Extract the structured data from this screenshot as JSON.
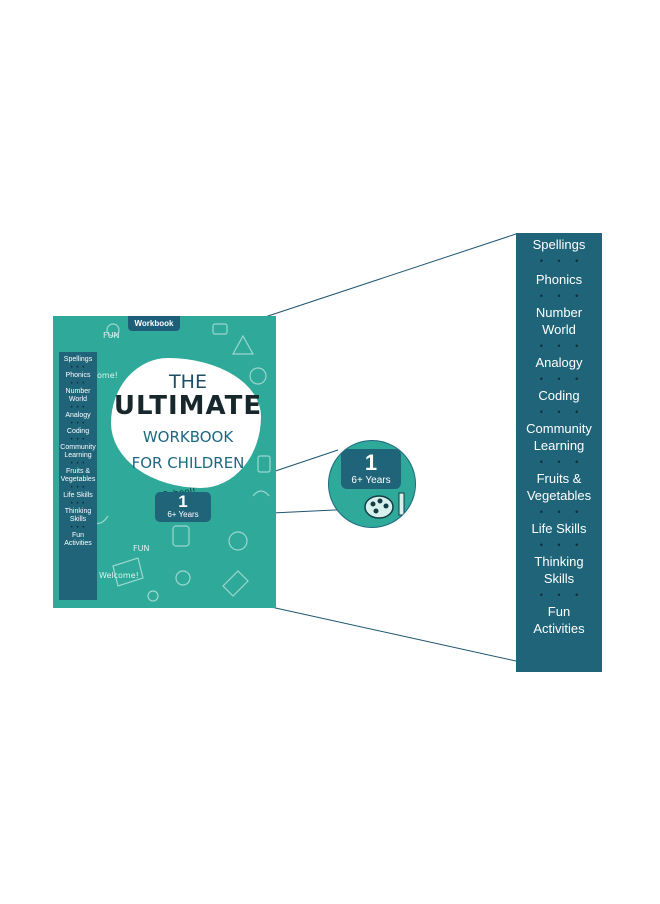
{
  "cover": {
    "brand": "Workbook",
    "title_line1": "THE",
    "title_line2": "ULTIMATE",
    "title_line3": "WORKBOOK",
    "title_line4": "FOR CHILDREN",
    "grade": "1",
    "age": "6+ Years",
    "doodle_texts": [
      "FUN",
      "School!",
      "FUN",
      "ome!",
      "Welcome!"
    ]
  },
  "subjects": [
    {
      "label": "Spellings"
    },
    {
      "label": "Phonics"
    },
    {
      "label": "Number World"
    },
    {
      "label": "Analogy"
    },
    {
      "label": "Coding"
    },
    {
      "label": "Community Learning"
    },
    {
      "label": "Fruits & Vegetables"
    },
    {
      "label": "Life Skills"
    },
    {
      "label": "Thinking Skills"
    },
    {
      "label": "Fun Activities"
    }
  ],
  "zoom": {
    "grade": "1",
    "age": "6+ Years"
  },
  "colors": {
    "cover_green": "#2fa99a",
    "sidebar_blue": "#1f6479",
    "title_dark": "#17272b",
    "title_blue": "#1d6881"
  }
}
